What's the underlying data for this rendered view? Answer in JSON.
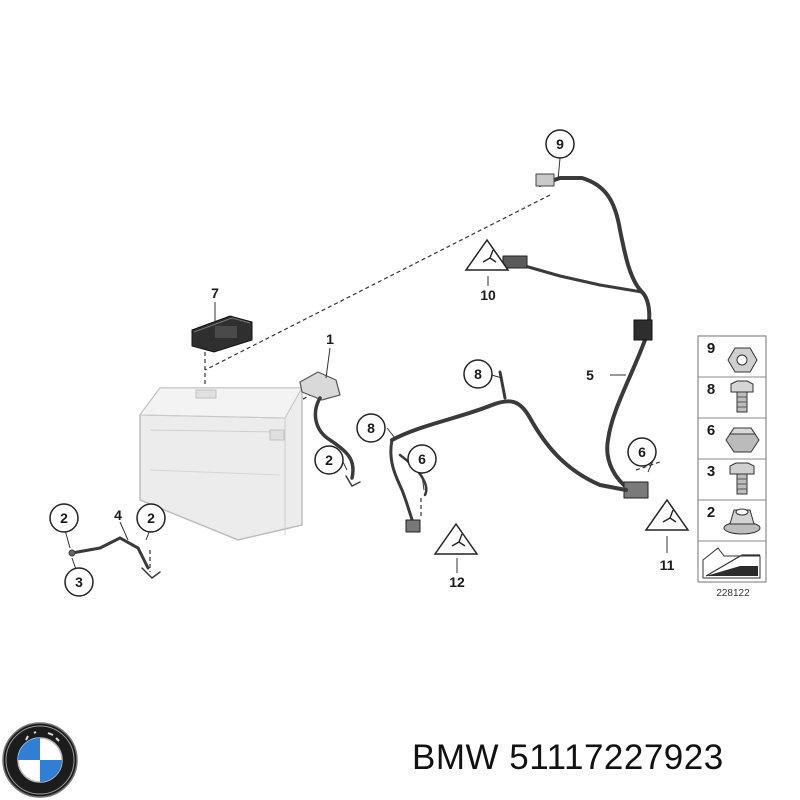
{
  "diagram": {
    "callouts": {
      "c9_top": "9",
      "c7": "7",
      "c1": "1",
      "c10": "10",
      "c8_right": "8",
      "c8_left": "8",
      "c5": "5",
      "c6_mid": "6",
      "c6_right": "6",
      "c2_battery": "2",
      "c2_left": "2",
      "c4": "4",
      "c2_small": "2",
      "c3": "3",
      "c11": "11",
      "c12": "12"
    },
    "legend": [
      "9",
      "8",
      "6",
      "3",
      "2"
    ],
    "reference_code": "228122"
  },
  "footer": {
    "brand": "BMW",
    "part_number": "51117227923"
  },
  "colors": {
    "line": "#2a2a2a",
    "cable": "#3a3a3a",
    "battery_fill": "#e6e6e6",
    "legend_border": "#888888"
  },
  "icons": [
    "bmw-logo-icon",
    "warning-triangle-icon",
    "hex-nut-icon",
    "bolt-icon",
    "flanged-nut-icon"
  ]
}
